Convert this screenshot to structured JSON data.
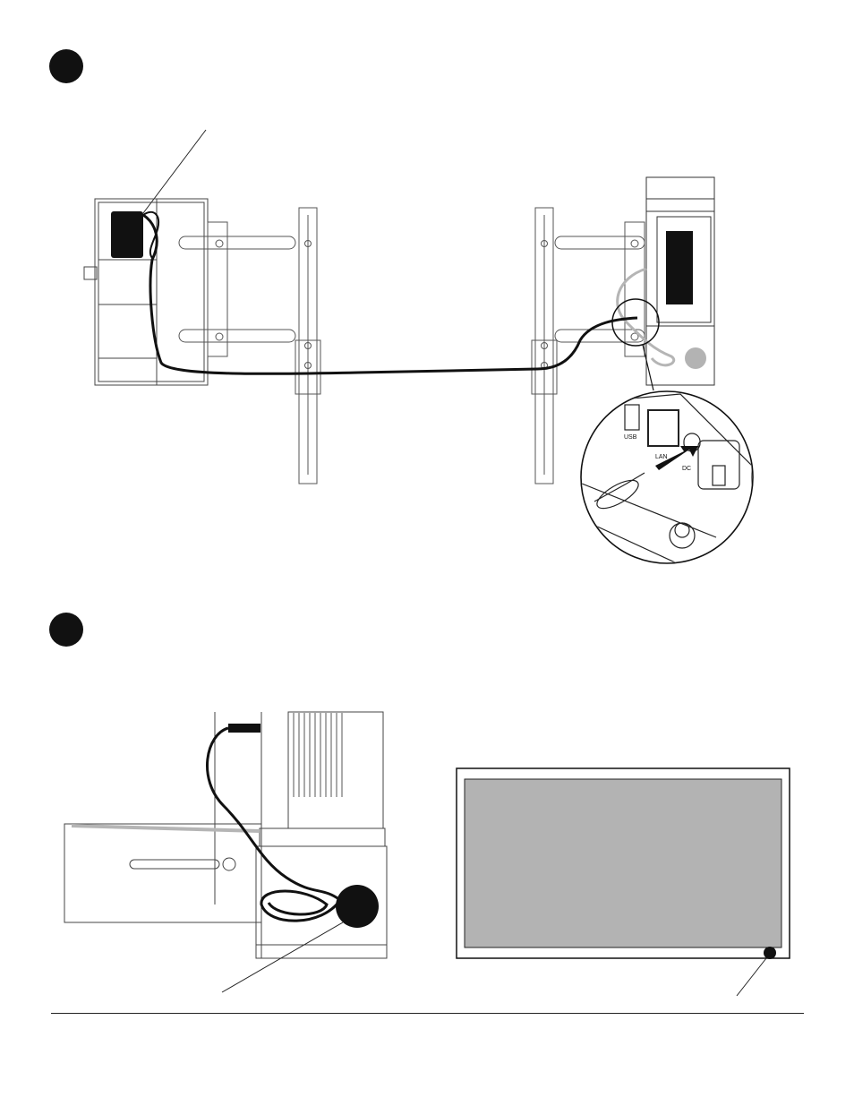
{
  "steps": [
    {
      "id": "step-1"
    },
    {
      "id": "step-2"
    }
  ],
  "detail_inset": {
    "port_labels": [
      "USB",
      "LAN",
      "DC"
    ]
  },
  "colors": {
    "ink": "#111111",
    "cable_gray": "#b5b5b5",
    "display_screen": "#b3b3b3"
  }
}
